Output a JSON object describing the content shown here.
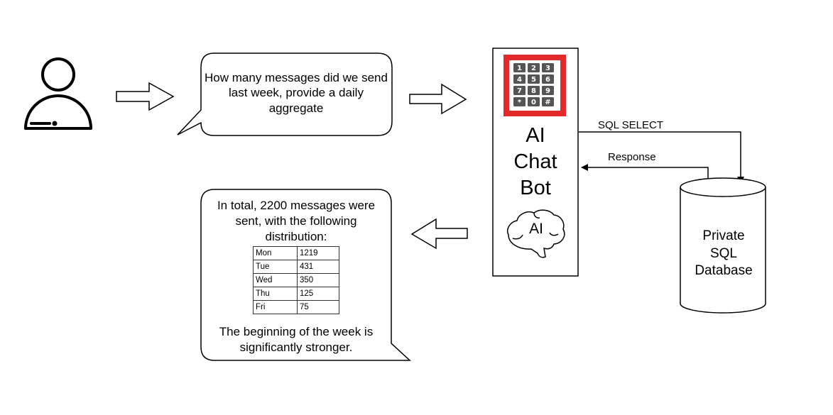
{
  "question": {
    "text": "How many messages did we send last week, provide a daily aggregate"
  },
  "chatbot": {
    "title_lines": [
      "AI",
      "Chat",
      "Bot"
    ],
    "brain_label": "AI",
    "keypad_keys": [
      "1",
      "2",
      "3",
      "4",
      "5",
      "6",
      "7",
      "8",
      "9",
      "*",
      "0",
      "#"
    ],
    "accent_color": "#e32a2a"
  },
  "edges": {
    "sql_select": "SQL SELECT",
    "response": "Response"
  },
  "database": {
    "label_lines": [
      "Private",
      "SQL",
      "Database"
    ]
  },
  "answer": {
    "intro": "In total, 2200 messages were sent, with the following distribution:",
    "table": [
      {
        "day": "Mon",
        "count": "1219"
      },
      {
        "day": "Tue",
        "count": "431"
      },
      {
        "day": "Wed",
        "count": "350"
      },
      {
        "day": "Thu",
        "count": "125"
      },
      {
        "day": "Fri",
        "count": "75"
      }
    ],
    "conclusion": "The beginning of the week is significantly stronger."
  }
}
